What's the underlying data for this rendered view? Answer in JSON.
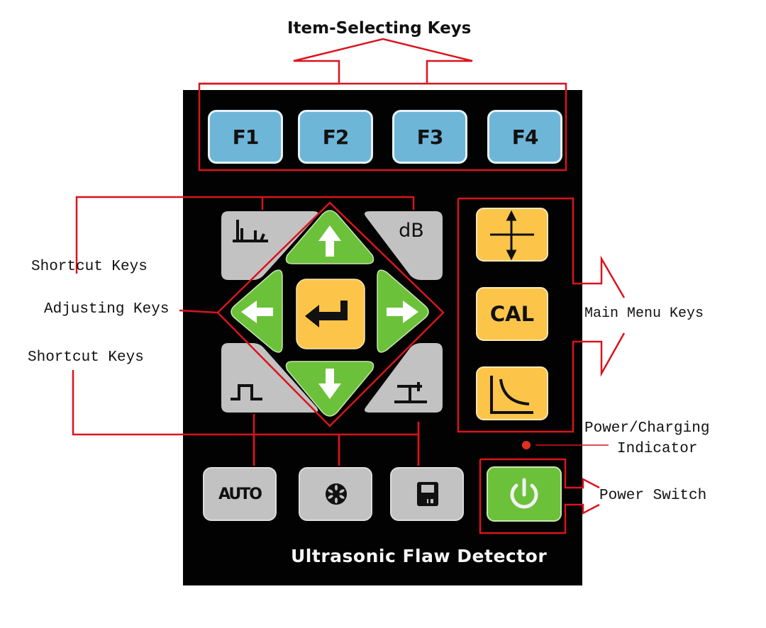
{
  "device": {
    "name": "Ultrasonic Flaw Detector",
    "colors": {
      "panel": "#020202",
      "function_keys": "#6eb6d8",
      "menu_keys": "#fcc54a",
      "arrow_keys": "#6cc13a",
      "shortcut_keys": "#c2c2c2",
      "power_key": "#6cc13a",
      "annotation": "#d9141e",
      "indicator": "#e0301e"
    },
    "function_keys": [
      {
        "label": "F1"
      },
      {
        "label": "F2"
      },
      {
        "label": "F3"
      },
      {
        "label": "F4"
      }
    ],
    "shortcut_keys": [
      {
        "icon": "gate-echo-icon"
      },
      {
        "label": "dB"
      },
      {
        "icon": "pulse-icon"
      },
      {
        "icon": "peak-gate-icon"
      }
    ],
    "adjusting_keys": [
      {
        "icon": "arrow-up-icon"
      },
      {
        "icon": "arrow-left-icon"
      },
      {
        "icon": "enter-icon"
      },
      {
        "icon": "arrow-right-icon"
      },
      {
        "icon": "arrow-down-icon"
      }
    ],
    "main_menu_keys": [
      {
        "icon": "range-adjust-icon"
      },
      {
        "label": "CAL"
      },
      {
        "icon": "dac-curve-icon"
      }
    ],
    "bottom_keys": [
      {
        "label": "AUTO"
      },
      {
        "icon": "freeze-icon"
      },
      {
        "icon": "save-icon"
      }
    ],
    "power_key": {
      "icon": "power-icon"
    }
  },
  "annotations": {
    "item_selecting_keys": "Item-Selecting Keys",
    "shortcut_keys_top": "Shortcut Keys",
    "adjusting_keys": "Adjusting Keys",
    "shortcut_keys_bottom": "Shortcut Keys",
    "main_menu_keys": "Main Menu Keys",
    "power_charging_indicator_line1": "Power/Charging",
    "power_charging_indicator_line2": "Indicator",
    "power_switch": "Power Switch"
  }
}
